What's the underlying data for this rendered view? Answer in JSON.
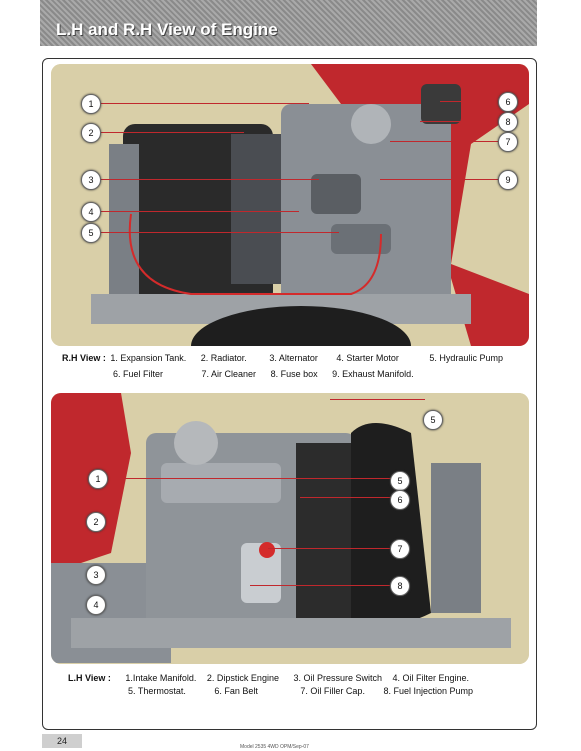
{
  "page": {
    "title": "L.H and R.H View of Engine",
    "page_number": "24",
    "footer_model": "Model 2535 4WD OPM/Sep-07"
  },
  "rh": {
    "label": "R.H View :",
    "line1": [
      "1. Expansion Tank.",
      "2. Radiator.",
      "3. Alternator",
      "4. Starter Motor",
      "5. Hydraulic Pump"
    ],
    "line2": [
      "6. Fuel Filter",
      "7. Air Cleaner",
      "8. Fuse box",
      "9. Exhaust Manifold."
    ],
    "callouts": [
      "1",
      "2",
      "3",
      "4",
      "5",
      "6",
      "8",
      "7",
      "9"
    ]
  },
  "lh": {
    "label": "L.H View :",
    "line1": [
      "1.Intake Manifold.",
      "2. Dipstick Engine",
      "3. Oil Pressure Switch",
      "4. Oil Filter Engine."
    ],
    "line2": [
      "5. Thermostat.",
      "6. Fan Belt",
      "7. Oil Filler Cap.",
      "8.  Fuel Injection Pump"
    ],
    "callouts": [
      "5",
      "1",
      "5",
      "6",
      "2",
      "7",
      "3",
      "8",
      "4"
    ]
  },
  "colors": {
    "accent_red": "#c0282d",
    "engine_grey": "#8a8f95",
    "photo_bg": "#d9cfa8"
  }
}
